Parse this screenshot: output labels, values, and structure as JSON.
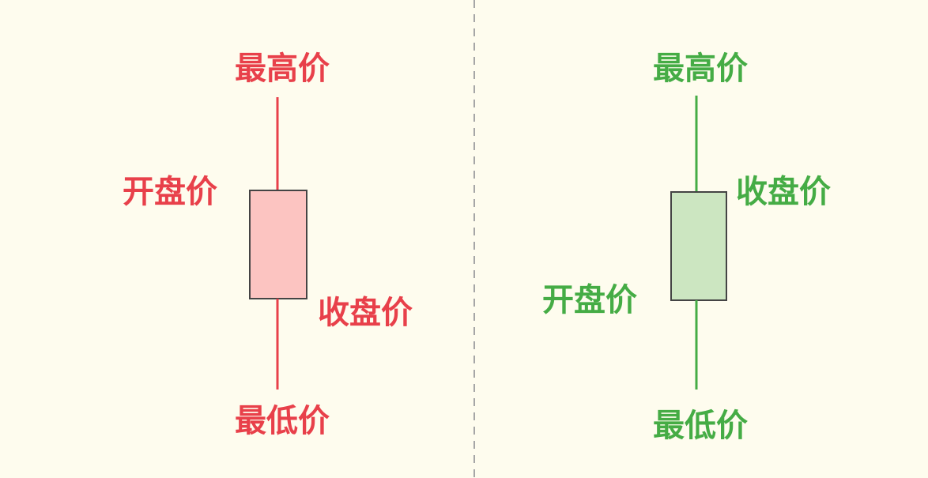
{
  "colors": {
    "background": "#fefcee",
    "divider": "#a6a6a6",
    "bullish_line": "#e8404a",
    "bullish_body": "#fcc4c1",
    "bearish_line": "#45ac45",
    "bearish_body": "#cce6c1",
    "body_stroke": "#444444"
  },
  "bullish_candle": {
    "high_label": "最高价",
    "open_label": "开盘价",
    "close_label": "收盘价",
    "low_label": "最低价"
  },
  "bearish_candle": {
    "high_label": "最高价",
    "close_label": "收盘价",
    "open_label": "开盘价",
    "low_label": "最低价"
  }
}
